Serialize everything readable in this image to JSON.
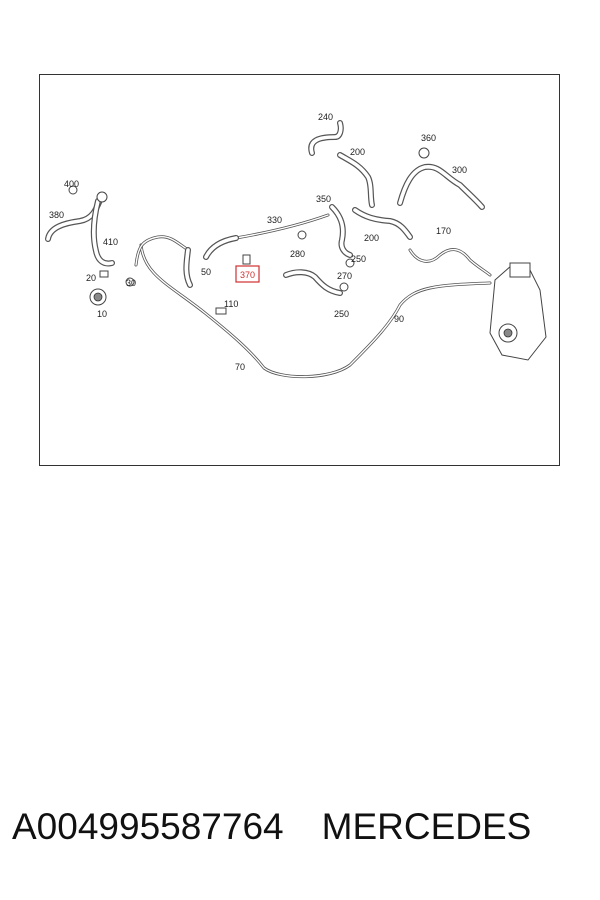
{
  "diagram": {
    "callouts": [
      {
        "id": "c240",
        "text": "240"
      },
      {
        "id": "c360",
        "text": "360"
      },
      {
        "id": "c200a",
        "text": "200"
      },
      {
        "id": "c300",
        "text": "300"
      },
      {
        "id": "c400",
        "text": "400"
      },
      {
        "id": "c350",
        "text": "350"
      },
      {
        "id": "c380",
        "text": "380"
      },
      {
        "id": "c330",
        "text": "330"
      },
      {
        "id": "c200b",
        "text": "200"
      },
      {
        "id": "c170",
        "text": "170"
      },
      {
        "id": "c410",
        "text": "410"
      },
      {
        "id": "c280",
        "text": "280"
      },
      {
        "id": "c250a",
        "text": "250"
      },
      {
        "id": "c50",
        "text": "50"
      },
      {
        "id": "c370",
        "text": "370"
      },
      {
        "id": "c270",
        "text": "270"
      },
      {
        "id": "c20",
        "text": "20"
      },
      {
        "id": "c30",
        "text": "30"
      },
      {
        "id": "c110",
        "text": "110"
      },
      {
        "id": "c250b",
        "text": "250"
      },
      {
        "id": "c90",
        "text": "90"
      },
      {
        "id": "c10",
        "text": "10"
      },
      {
        "id": "c70",
        "text": "70"
      }
    ],
    "highlighted_callout": "370",
    "highlight_color": "#d03030"
  },
  "part_number": "A004995587764",
  "brand": "MERCEDES"
}
